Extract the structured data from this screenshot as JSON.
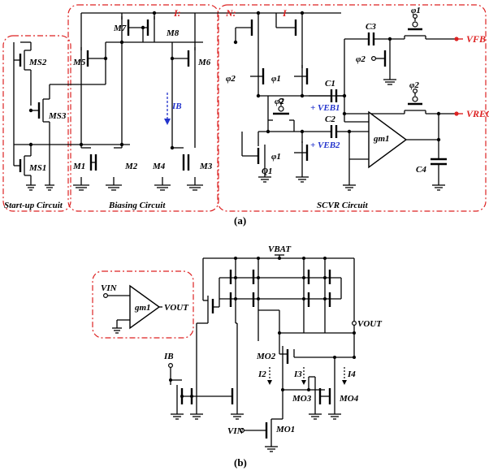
{
  "figure_a": {
    "caption": "(a)",
    "startup": {
      "title": "Start-up Circuit",
      "labels": [
        "MS2",
        "MS3",
        "MS1"
      ]
    },
    "biasing": {
      "title": "Biasing Circuit",
      "top_label": "I:",
      "labels": [
        "M7",
        "M8",
        "M5",
        "M6",
        "M1",
        "M2",
        "M4",
        "M3"
      ],
      "current": "IB"
    },
    "scvr": {
      "title": "SCVR Circuit",
      "top_labels": [
        "N:",
        "I"
      ],
      "labels": [
        "φ2",
        "φ1",
        "φ2",
        "φ1",
        "Q1",
        "C1",
        "C2",
        "C3",
        "C4",
        "φ1",
        "φ2",
        "φ2",
        "gm1"
      ],
      "voltages": [
        "+ VEB1",
        "+ VEB2"
      ],
      "outputs": [
        "VFB",
        "VREG"
      ]
    }
  },
  "figure_b": {
    "caption": "(b)",
    "opamp_symbol": {
      "input": "VIN",
      "gain": "gm1",
      "output": "VOUT"
    },
    "circuit": {
      "supply": "VBAT",
      "bias": "IB",
      "output": "VOUT",
      "input": "VIN",
      "labels": [
        "MO2",
        "MO3",
        "MO4",
        "MO1"
      ],
      "currents": [
        "I2",
        "I3",
        "I4"
      ]
    }
  },
  "colors": {
    "box": "#d22222",
    "output_label": "#d22222",
    "annotation": "#2233cc"
  }
}
